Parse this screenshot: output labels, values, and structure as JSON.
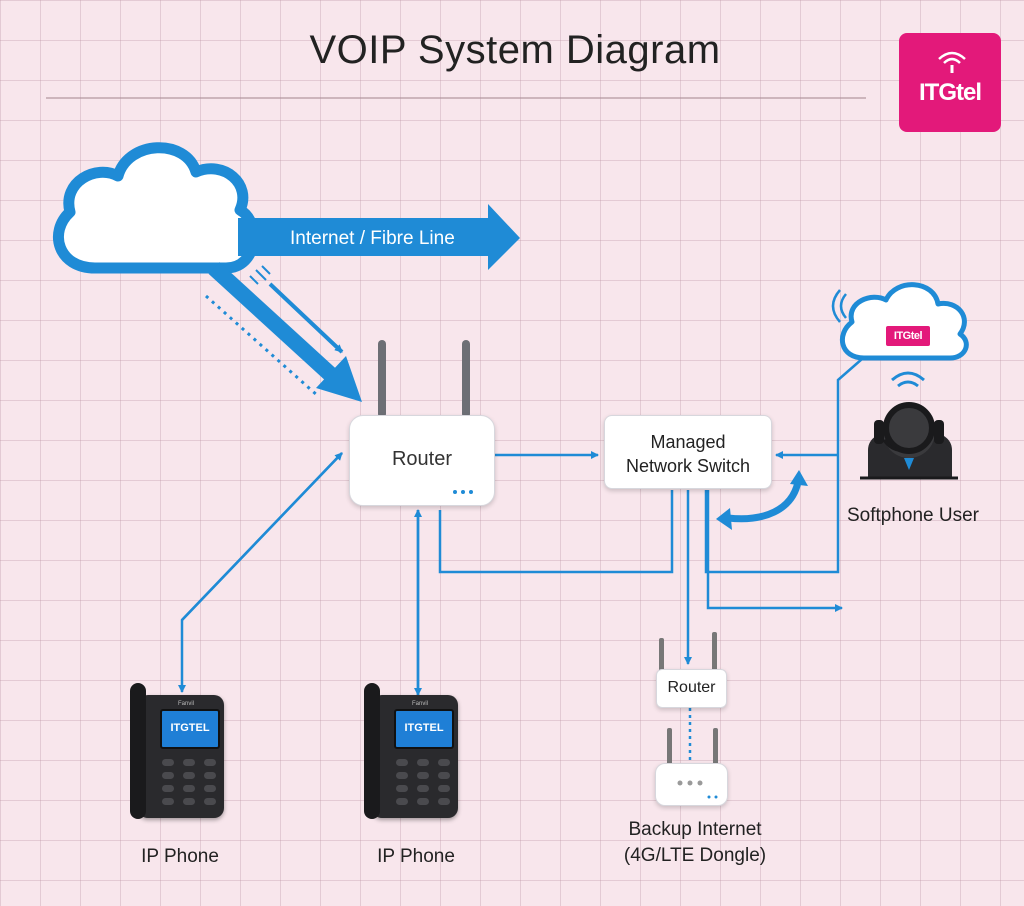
{
  "title": "VOIP System Diagram",
  "brand": {
    "logo_text": "ITGtel",
    "color": "#e3197a"
  },
  "colors": {
    "link": "#1f8bd6",
    "background": "#f8e6ec",
    "device": "#ffffff"
  },
  "nodes": {
    "internet": {
      "arrow_label": "Internet / Fibre Line",
      "icon": "cloud-icon"
    },
    "router": {
      "label": "Router",
      "icon": "router-icon"
    },
    "switch": {
      "line1": "Managed",
      "line2": "Network Switch"
    },
    "phone_left": {
      "caption": "IP Phone",
      "screen_text": "ITGTEL",
      "brand_text": "Fanvil"
    },
    "phone_right": {
      "caption": "IP Phone",
      "screen_text": "ITGTEL",
      "brand_text": "Fanvil"
    },
    "backup_router": {
      "label": "Router"
    },
    "backup_dongle": {
      "caption_line1": "Backup Internet",
      "caption_line2": "(4G/LTE Dongle)"
    },
    "softphone": {
      "caption": "Softphone User",
      "cloud_logo": "ITGtel",
      "icon": "headset-user-icon"
    }
  }
}
